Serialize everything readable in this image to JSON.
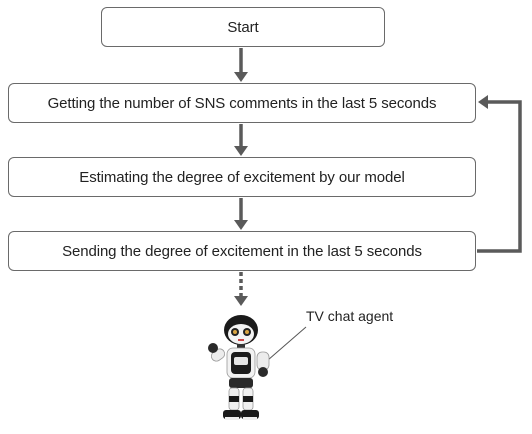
{
  "flow": {
    "start": "Start",
    "step1": "Getting the number of SNS comments in the last 5 seconds",
    "step2": "Estimating the degree of excitement by our model",
    "step3": "Sending the degree of excitement in the last 5 seconds"
  },
  "agent": {
    "label": "TV chat agent",
    "icon": "robot-icon"
  },
  "colors": {
    "arrow": "#5a5a5a",
    "box_border": "#6a6a6a"
  }
}
